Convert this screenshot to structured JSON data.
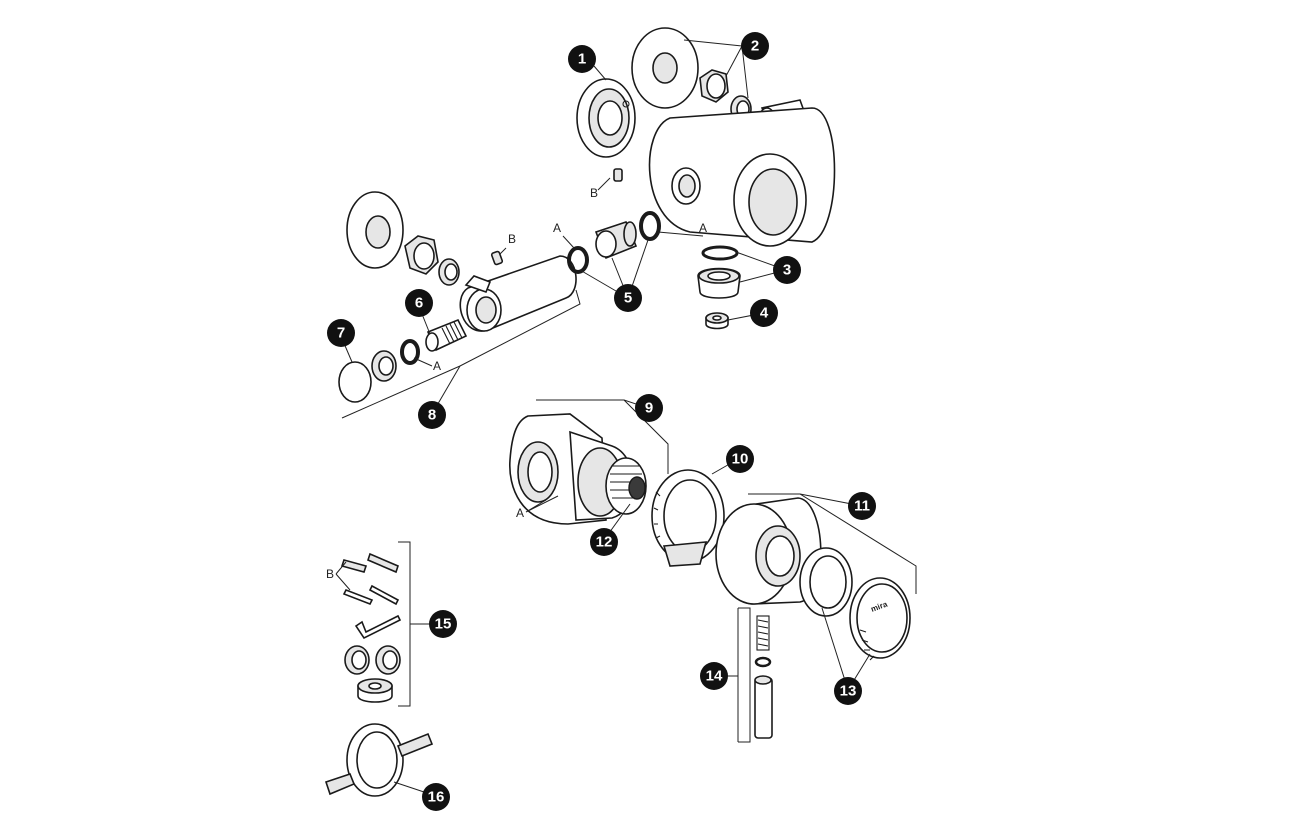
{
  "callouts": {
    "c1": "1",
    "c2": "2",
    "c3": "3",
    "c4": "4",
    "c5": "5",
    "c6": "6",
    "c7": "7",
    "c8": "8",
    "c9": "9",
    "c10": "10",
    "c11": "11",
    "c12": "12",
    "c13": "13",
    "c14": "14",
    "c15": "15",
    "c16": "16"
  },
  "letters": {
    "b_top": "B",
    "b_mid": "B",
    "a_left": "A",
    "a_right": "A",
    "a_bottom": "A",
    "a_cartridge": "A",
    "b_kit": "B"
  },
  "logo_text": "mira"
}
